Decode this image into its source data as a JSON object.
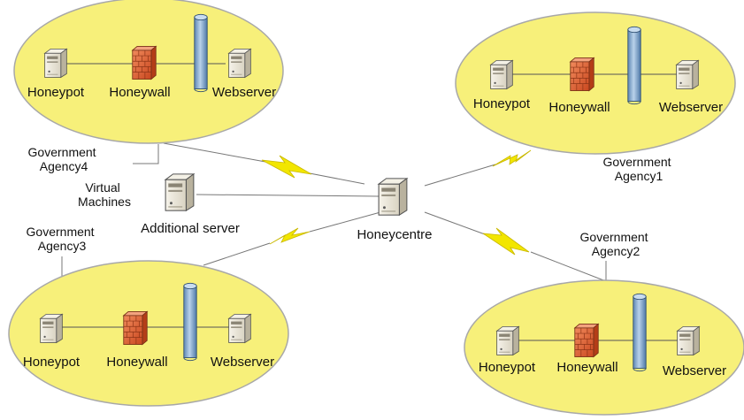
{
  "colors": {
    "cluster_fill": "#f7f07a",
    "cluster_stroke": "#a8a8a8",
    "lightning": "#f2e600",
    "server_body": "#ece7d8",
    "firewall": "#e8693c",
    "pipe": "#8fb2d4"
  },
  "clusters": [
    {
      "id": "agency4",
      "honeypot": "Honeypot",
      "honeywall": "Honeywall",
      "webserver": "Webserver",
      "agency_label": [
        "Government",
        "Agency4"
      ]
    },
    {
      "id": "agency1",
      "honeypot": "Honeypot",
      "honeywall": "Honeywall",
      "webserver": "Webserver",
      "agency_label": [
        "Government",
        "Agency1"
      ]
    },
    {
      "id": "agency3",
      "honeypot": "Honeypot",
      "honeywall": "Honeywall",
      "webserver": "Webserver",
      "agency_label": [
        "Government",
        "Agency3"
      ]
    },
    {
      "id": "agency2",
      "honeypot": "Honeypot",
      "honeywall": "Honeywall",
      "webserver": "Webserver",
      "agency_label": [
        "Government",
        "Agency2"
      ]
    }
  ],
  "center": {
    "label": "Honeycentre"
  },
  "additional": {
    "vm_label": [
      "Virtual",
      "Machines"
    ],
    "label": "Additional server"
  },
  "icons": {
    "server": "server-icon",
    "firewall": "firewall-icon",
    "network": "network-pipe-icon",
    "link": "lightning-link-icon"
  }
}
